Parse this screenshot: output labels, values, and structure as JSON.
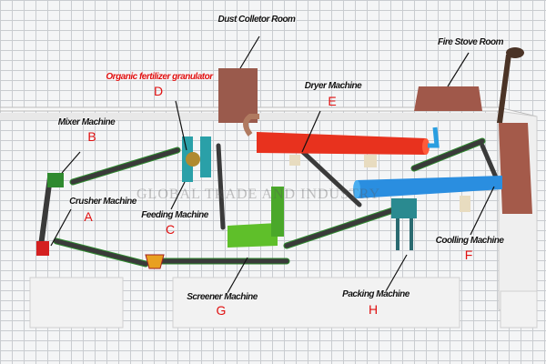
{
  "title": "Organic fertilizer production line layout",
  "watermark": "GLOBAL TRADE AND INDUSTRY",
  "rooms": [
    {
      "label": "Dust Colletor Room"
    },
    {
      "label": "Fire Stove Room"
    }
  ],
  "machines": [
    {
      "label": "Crusher Machine",
      "letter": "A"
    },
    {
      "label": "Mixer Machine",
      "letter": "B"
    },
    {
      "label": "Feeding Machine",
      "letter": "C"
    },
    {
      "label": "Organic fertilizer granulator",
      "letter": "D"
    },
    {
      "label": "Dryer Machine",
      "letter": "E"
    },
    {
      "label": "Coolling Machine",
      "letter": "F"
    },
    {
      "label": "Screener Machine",
      "letter": "G"
    },
    {
      "label": "Packing Machine",
      "letter": "H"
    }
  ],
  "colors": {
    "dryer": "#e8321e",
    "cooler": "#2a8ee0",
    "granulator": "#2aa0a8",
    "conveyor": "#3a3a3a",
    "belt_edge": "#2f8a2f",
    "brick": "#a0584a",
    "label_accent": "#e01010"
  }
}
